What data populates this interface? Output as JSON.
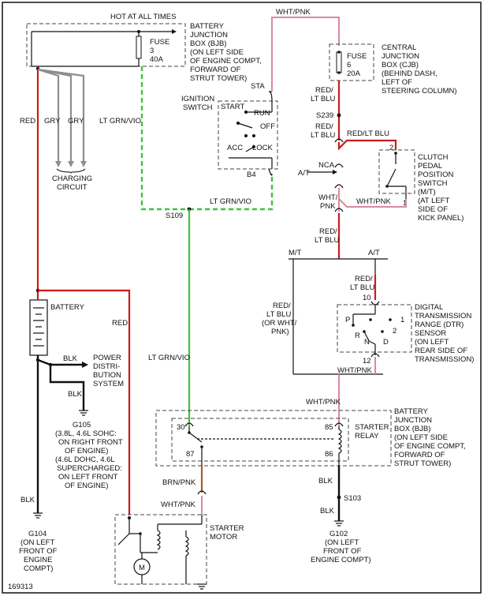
{
  "labels": {
    "hot_at_all_times": "HOT AT ALL TIMES",
    "bjb_top_1": "BATTERY",
    "bjb_top_2": "JUNCTION",
    "bjb_top_3": "BOX (BJB)",
    "bjb_top_4": "(ON LEFT SIDE",
    "bjb_top_5": "OF ENGINE COMPT,",
    "bjb_top_6": "FORWARD OF",
    "bjb_top_7": "STRUT TOWER)",
    "fuse3_1": "FUSE",
    "fuse3_2": "3",
    "fuse3_3": "40A",
    "wht_pnk_top": "WHT/PNK",
    "cjb_1": "CENTRAL",
    "cjb_2": "JUNCTION",
    "cjb_3": "BOX (CJB)",
    "cjb_4": "(BEHIND DASH,",
    "cjb_5": "LEFT OF",
    "cjb_6": "STEERING COLUMN)",
    "fuse6_1": "FUSE",
    "fuse6_2": "6",
    "fuse6_3": "20A",
    "sta": "STA",
    "ign_1": "IGNITION",
    "ign_2": "SWITCH",
    "start": "START",
    "run": "RUN",
    "off": "OFF",
    "acc": "ACC",
    "lock": "LOCK",
    "b4": "B4",
    "red_left": "RED",
    "gry1": "GRY",
    "gry2": "GRY",
    "lgv_top": "LT GRN/VIO",
    "charging_1": "CHARGING",
    "charging_2": "CIRCUIT",
    "rlb_1a": "RED/",
    "rlb_1b": "LT BLU",
    "s239": "S239",
    "rlb_2a": "RED/",
    "rlb_2b": "LT BLU",
    "rlb_3": "RED/LT BLU",
    "clutch_1": "CLUTCH",
    "clutch_2": "PEDAL",
    "clutch_3": "POSITION",
    "clutch_4": "SWITCH",
    "clutch_5": "(M/T)",
    "clutch_6": "(AT LEFT",
    "clutch_7": "SIDE OF",
    "clutch_8": "KICK PANEL)",
    "pin2": "2",
    "pin1": "1",
    "at_left": "A/T",
    "nca": "NCA",
    "whtpnk_a": "WHT/",
    "whtpnk_b": "PNK",
    "whtpnk_c": "WHT/PNK",
    "lgv_mid": "LT GRN/VIO",
    "s109": "S109",
    "rlb_4a": "RED/",
    "rlb_4b": "LT BLU",
    "mt": "M/T",
    "at": "A/T",
    "battery": "BATTERY",
    "red_mid": "RED",
    "rlb_5a": "RED/",
    "rlb_5b": "LT BLU",
    "pin10": "10",
    "dtr_1": "DIGITAL",
    "dtr_2": "TRANSMISSION",
    "dtr_3": "RANGE (DTR)",
    "dtr_4": "SENSOR",
    "dtr_5": "(ON LEFT",
    "dtr_6": "REAR SIDE OF",
    "dtr_7": "TRANSMISSION)",
    "p": "P",
    "r": "R",
    "n": "N",
    "d": "D",
    "g1": "1",
    "g2": "2",
    "pin12": "12",
    "rlb_6a": "RED/",
    "rlb_6b": "LT BLU",
    "rlb_6c": "(OR WHT/",
    "rlb_6d": "PNK)",
    "whtpnk_d": "WHT/PNK",
    "pd_1": "POWER",
    "pd_2": "DISTRI-",
    "pd_3": "BUTION",
    "pd_4": "SYSTEM",
    "blk_pd": "BLK",
    "blk_g105": "BLK",
    "lgv_low": "LT GRN/VIO",
    "g105_1": "G105",
    "g105_2": "(3.8L, 4.6L SOHC:",
    "g105_3": "ON RIGHT FRONT",
    "g105_4": "OF ENGINE)",
    "g105_5": "(4.6L DOHC, 4.6L",
    "g105_6": "SUPERCHARGED:",
    "g105_7": "ON LEFT FRONT",
    "g105_8": "OF ENGINE)",
    "whtpnk_e": "WHT/PNK",
    "bjb_low_1": "BATTERY",
    "bjb_low_2": "JUNCTION",
    "bjb_low_3": "BOX (BJB)",
    "bjb_low_4": "(ON LEFT SIDE",
    "bjb_low_5": "OF ENGINE COMPT,",
    "bjb_low_6": "FORWARD OF",
    "bjb_low_7": "STRUT TOWER)",
    "r30": "30",
    "r85": "85",
    "r87": "87",
    "r86": "86",
    "starter_relay_1": "STARTER",
    "starter_relay_2": "RELAY",
    "blk_low": "BLK",
    "s103": "S103",
    "blk_g102": "BLK",
    "g102_1": "G102",
    "g102_2": "(ON LEFT",
    "g102_3": "FRONT OF",
    "g102_4": "ENGINE COMPT)",
    "brn_pnk": "BRN/PNK",
    "wht_pnk_f": "WHT/PNK",
    "starter_1": "STARTER",
    "starter_2": "MOTOR",
    "motor_m": "M",
    "blk_g104": "BLK",
    "g104_1": "G104",
    "g104_2": "(ON LEFT",
    "g104_3": "FRONT OF",
    "g104_4": "ENGINE",
    "g104_5": "COMPT)",
    "figure_id": "169313"
  },
  "wire_colors": {
    "red": "#cc1b1b",
    "gray": "#8e8e8e",
    "lt_grn_vio": "#3cc43c",
    "wht_pnk": "#d98a9c",
    "brn_pnk": "#b05a2c",
    "black": "#111111"
  }
}
